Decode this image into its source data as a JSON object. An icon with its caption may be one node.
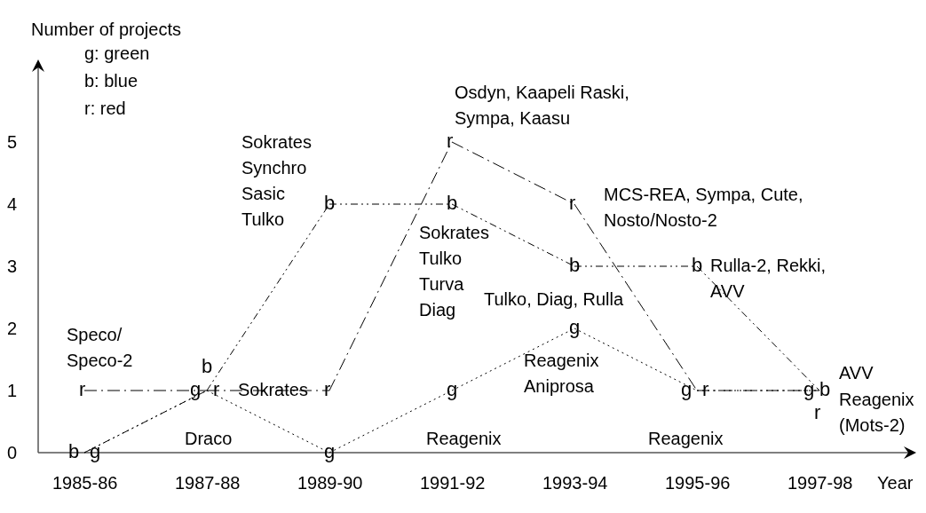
{
  "diagram": {
    "labels": [
      "Speco/ Speco-2",
      "Sokrates Synchro Sasic Tulko",
      "Sokrates",
      "Draco",
      "Osdyn, Kaapeli Raski, Sympa, Kaasu",
      "Sokrates Tulko Turva Diag",
      "Reagenix",
      "MCS-REA, Sympa, Cute, Nosto/Nosto-2",
      "Tulko, Diag, Rulla",
      "Reagenix Aniprosa",
      "Rulla-2, Rekki, AVV",
      "Reagenix",
      "AVV",
      "Reagenix",
      "(Mots-2)"
    ],
    "legend": [
      {
        "text": "g: green"
      },
      {
        "text": "b: blue"
      },
      {
        "text": "r: red"
      }
    ],
    "chart_data": {
      "type": "line",
      "xlabel": "Year",
      "ylabel": "Number of projects",
      "categories": [
        "1985-86",
        "1987-88",
        "1989-90",
        "1991-92",
        "1993-94",
        "1995-96",
        "1997-98"
      ],
      "yticks": [
        0,
        1,
        2,
        3,
        4,
        5
      ],
      "ylim": [
        0,
        6.3
      ],
      "series": [
        {
          "name": "g",
          "color": "#000000",
          "line_style": "dotted",
          "values": [
            0,
            1,
            0,
            1,
            2,
            1,
            1
          ]
        },
        {
          "name": "b",
          "color": "#000000",
          "line_style": "dashdotdot",
          "values": [
            0,
            1,
            4,
            4,
            3,
            3,
            1
          ]
        },
        {
          "name": "r",
          "color": "#000000",
          "line_style": "dashdot",
          "values": [
            1,
            1,
            1,
            5,
            4,
            1,
            1
          ]
        }
      ]
    }
  }
}
